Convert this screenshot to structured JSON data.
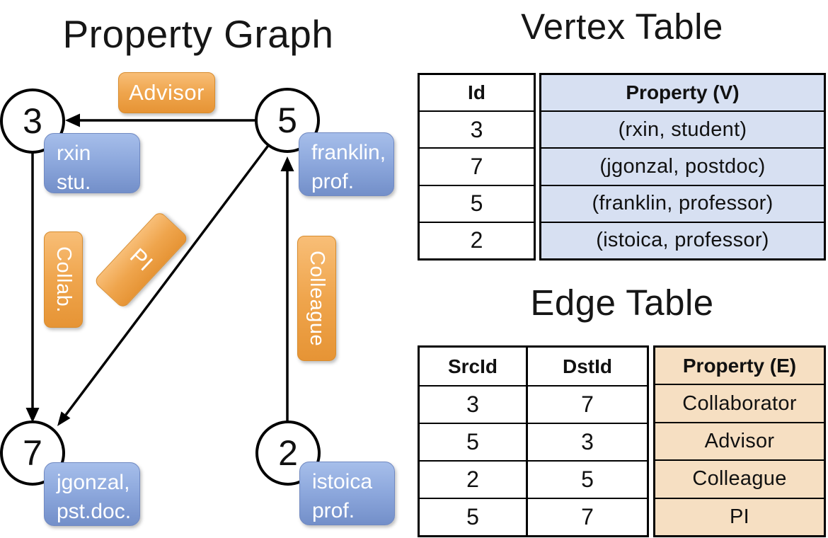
{
  "titles": {
    "graph": "Property Graph",
    "vertex_table": "Vertex Table",
    "edge_table": "Edge Table"
  },
  "graph": {
    "nodes": [
      {
        "id": "3",
        "property_line1": "rxin",
        "property_line2": "stu."
      },
      {
        "id": "5",
        "property_line1": "franklin,",
        "property_line2": "prof."
      },
      {
        "id": "7",
        "property_line1": "jgonzal,",
        "property_line2": "pst.doc."
      },
      {
        "id": "2",
        "property_line1": "istoica",
        "property_line2": "prof."
      }
    ],
    "edge_labels": [
      {
        "label": "Advisor"
      },
      {
        "label": "Collab."
      },
      {
        "label": "PI"
      },
      {
        "label": "Colleague"
      }
    ]
  },
  "vertex_table": {
    "headers": {
      "id": "Id",
      "property": "Property (V)"
    },
    "rows": [
      {
        "id": "3",
        "property": "(rxin, student)"
      },
      {
        "id": "7",
        "property": "(jgonzal, postdoc)"
      },
      {
        "id": "5",
        "property": "(franklin, professor)"
      },
      {
        "id": "2",
        "property": "(istoica, professor)"
      }
    ]
  },
  "edge_table": {
    "headers": {
      "src": "SrcId",
      "dst": "DstId",
      "property": "Property (E)"
    },
    "rows": [
      {
        "src": "3",
        "dst": "7",
        "property": "Collaborator"
      },
      {
        "src": "5",
        "dst": "3",
        "property": "Advisor"
      },
      {
        "src": "2",
        "dst": "5",
        "property": "Colleague"
      },
      {
        "src": "5",
        "dst": "7",
        "property": "PI"
      }
    ]
  },
  "colors": {
    "edge_label_orange": "#EFA54D",
    "vertex_property_blue": "#8CA7DC",
    "vertex_table_fill": "#D7E0F2",
    "edge_table_fill": "#F6DFC2",
    "line_black": "#000000"
  }
}
